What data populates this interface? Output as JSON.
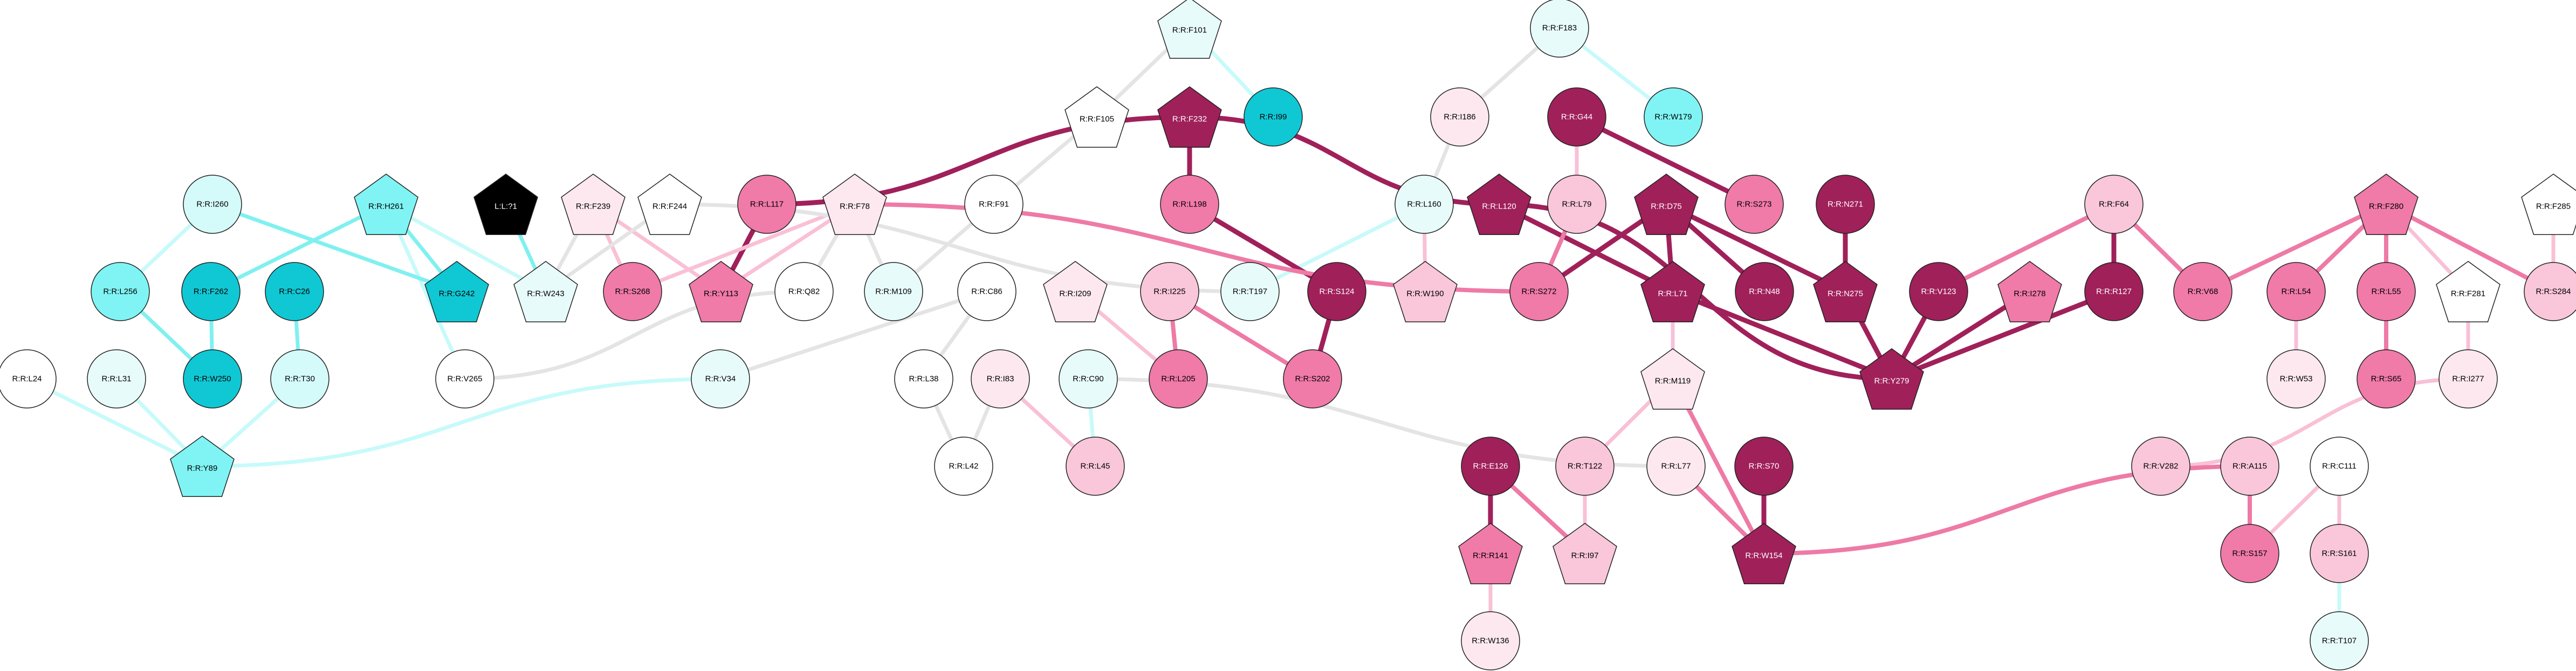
{
  "colors": {
    "maroon": "#a0205a",
    "pink": "#f07aa8",
    "light_pink": "#f9c6da",
    "pale_pink": "#fde8f0",
    "white": "#ffffff",
    "pale_cyan": "#e8fbfb",
    "light_cyan": "#d4fafa",
    "cyan": "#80f4f4",
    "teal": "#10c8d4",
    "black": "#000000",
    "edge_gray": "#e4e4e4",
    "edge_light_cyan": "#c8fafa",
    "edge_cyan": "#80f0f0",
    "edge_light_pink": "#f9c0d6",
    "edge_pink": "#ee7aa6",
    "edge_maroon": "#a0205a"
  },
  "nodes": [
    {
      "id": "F101",
      "label": "R:R:F101",
      "shape": "pentagon",
      "color": "pale_cyan"
    },
    {
      "id": "I99",
      "label": "R:R:I99",
      "shape": "circle",
      "color": "teal"
    },
    {
      "id": "F105",
      "label": "R:R:F105",
      "shape": "pentagon",
      "color": "white"
    },
    {
      "id": "F232",
      "label": "R:R:F232",
      "shape": "pentagon",
      "color": "maroon"
    },
    {
      "id": "F183",
      "label": "R:R:F183",
      "shape": "circle",
      "color": "pale_cyan"
    },
    {
      "id": "W179",
      "label": "R:R:W179",
      "shape": "circle",
      "color": "cyan"
    },
    {
      "id": "I186",
      "label": "R:R:I186",
      "shape": "circle",
      "color": "pale_pink"
    },
    {
      "id": "G44",
      "label": "R:R:G44",
      "shape": "circle",
      "color": "maroon"
    },
    {
      "id": "I260",
      "label": "R:R:I260",
      "shape": "circle",
      "color": "light_cyan"
    },
    {
      "id": "H261",
      "label": "R:R:H261",
      "shape": "pentagon",
      "color": "cyan"
    },
    {
      "id": "L71x",
      "label": "L:L:?1",
      "shape": "pentagon",
      "color": "black"
    },
    {
      "id": "F239",
      "label": "R:R:F239",
      "shape": "pentagon",
      "color": "pale_pink"
    },
    {
      "id": "F244",
      "label": "R:R:F244",
      "shape": "pentagon",
      "color": "white"
    },
    {
      "id": "L117",
      "label": "R:R:L117",
      "shape": "circle",
      "color": "pink"
    },
    {
      "id": "F78",
      "label": "R:R:F78",
      "shape": "pentagon",
      "color": "pale_pink"
    },
    {
      "id": "F91",
      "label": "R:R:F91",
      "shape": "circle",
      "color": "white"
    },
    {
      "id": "L198",
      "label": "R:R:L198",
      "shape": "circle",
      "color": "pink"
    },
    {
      "id": "L160",
      "label": "R:R:L160",
      "shape": "circle",
      "color": "pale_cyan"
    },
    {
      "id": "L120",
      "label": "R:R:L120",
      "shape": "pentagon",
      "color": "maroon"
    },
    {
      "id": "L79",
      "label": "R:R:L79",
      "shape": "circle",
      "color": "light_pink"
    },
    {
      "id": "D75",
      "label": "R:R:D75",
      "shape": "pentagon",
      "color": "maroon"
    },
    {
      "id": "S273",
      "label": "R:R:S273",
      "shape": "circle",
      "color": "pink"
    },
    {
      "id": "N271",
      "label": "R:R:N271",
      "shape": "circle",
      "color": "maroon"
    },
    {
      "id": "F64",
      "label": "R:R:F64",
      "shape": "circle",
      "color": "light_pink"
    },
    {
      "id": "F280",
      "label": "R:R:F280",
      "shape": "pentagon",
      "color": "pink"
    },
    {
      "id": "F285",
      "label": "R:R:F285",
      "shape": "pentagon",
      "color": "white"
    },
    {
      "id": "L256",
      "label": "R:R:L256",
      "shape": "circle",
      "color": "cyan"
    },
    {
      "id": "F262",
      "label": "R:R:F262",
      "shape": "circle",
      "color": "teal"
    },
    {
      "id": "C26",
      "label": "R:R:C26",
      "shape": "circle",
      "color": "teal"
    },
    {
      "id": "G242",
      "label": "R:R:G242",
      "shape": "pentagon",
      "color": "teal"
    },
    {
      "id": "W243",
      "label": "R:R:W243",
      "shape": "pentagon",
      "color": "pale_cyan"
    },
    {
      "id": "S268",
      "label": "R:R:S268",
      "shape": "circle",
      "color": "pink"
    },
    {
      "id": "Y113",
      "label": "R:R:Y113",
      "shape": "pentagon",
      "color": "pink"
    },
    {
      "id": "Q82",
      "label": "R:R:Q82",
      "shape": "circle",
      "color": "white"
    },
    {
      "id": "M109",
      "label": "R:R:M109",
      "shape": "circle",
      "color": "pale_cyan"
    },
    {
      "id": "C86",
      "label": "R:R:C86",
      "shape": "circle",
      "color": "white"
    },
    {
      "id": "I209",
      "label": "R:R:I209",
      "shape": "pentagon",
      "color": "pale_pink"
    },
    {
      "id": "I225",
      "label": "R:R:I225",
      "shape": "circle",
      "color": "light_pink"
    },
    {
      "id": "T197",
      "label": "R:R:T197",
      "shape": "circle",
      "color": "pale_cyan"
    },
    {
      "id": "S124",
      "label": "R:R:S124",
      "shape": "circle",
      "color": "maroon"
    },
    {
      "id": "W190",
      "label": "R:R:W190",
      "shape": "pentagon",
      "color": "light_pink"
    },
    {
      "id": "S272",
      "label": "R:R:S272",
      "shape": "circle",
      "color": "pink"
    },
    {
      "id": "L71",
      "label": "R:R:L71",
      "shape": "pentagon",
      "color": "maroon"
    },
    {
      "id": "N48",
      "label": "R:R:N48",
      "shape": "circle",
      "color": "maroon"
    },
    {
      "id": "N275",
      "label": "R:R:N275",
      "shape": "pentagon",
      "color": "maroon"
    },
    {
      "id": "V123",
      "label": "R:R:V123",
      "shape": "circle",
      "color": "maroon"
    },
    {
      "id": "I278",
      "label": "R:R:I278",
      "shape": "pentagon",
      "color": "pink"
    },
    {
      "id": "R127",
      "label": "R:R:R127",
      "shape": "circle",
      "color": "maroon"
    },
    {
      "id": "V68",
      "label": "R:R:V68",
      "shape": "circle",
      "color": "pink"
    },
    {
      "id": "L54",
      "label": "R:R:L54",
      "shape": "circle",
      "color": "pink"
    },
    {
      "id": "L55",
      "label": "R:R:L55",
      "shape": "circle",
      "color": "pink"
    },
    {
      "id": "F281",
      "label": "R:R:F281",
      "shape": "pentagon",
      "color": "white"
    },
    {
      "id": "S284",
      "label": "R:R:S284",
      "shape": "circle",
      "color": "light_pink"
    },
    {
      "id": "L24",
      "label": "R:R:L24",
      "shape": "circle",
      "color": "white"
    },
    {
      "id": "L31",
      "label": "R:R:L31",
      "shape": "circle",
      "color": "pale_cyan"
    },
    {
      "id": "W250",
      "label": "R:R:W250",
      "shape": "circle",
      "color": "teal"
    },
    {
      "id": "T30",
      "label": "R:R:T30",
      "shape": "circle",
      "color": "light_cyan"
    },
    {
      "id": "V265",
      "label": "R:R:V265",
      "shape": "circle",
      "color": "white"
    },
    {
      "id": "V34",
      "label": "R:R:V34",
      "shape": "circle",
      "color": "pale_cyan"
    },
    {
      "id": "L38",
      "label": "R:R:L38",
      "shape": "circle",
      "color": "white"
    },
    {
      "id": "I83",
      "label": "R:R:I83",
      "shape": "circle",
      "color": "pale_pink"
    },
    {
      "id": "C90",
      "label": "R:R:C90",
      "shape": "circle",
      "color": "pale_cyan"
    },
    {
      "id": "L205",
      "label": "R:R:L205",
      "shape": "circle",
      "color": "pink"
    },
    {
      "id": "S202",
      "label": "R:R:S202",
      "shape": "circle",
      "color": "pink"
    },
    {
      "id": "Y279",
      "label": "R:R:Y279",
      "shape": "pentagon",
      "color": "maroon"
    },
    {
      "id": "W53",
      "label": "R:R:W53",
      "shape": "circle",
      "color": "pale_pink"
    },
    {
      "id": "S65",
      "label": "R:R:S65",
      "shape": "circle",
      "color": "pink"
    },
    {
      "id": "I277",
      "label": "R:R:I277",
      "shape": "circle",
      "color": "pale_pink"
    },
    {
      "id": "Y89",
      "label": "R:R:Y89",
      "shape": "pentagon",
      "color": "cyan"
    },
    {
      "id": "L42",
      "label": "R:R:L42",
      "shape": "circle",
      "color": "white"
    },
    {
      "id": "L45",
      "label": "R:R:L45",
      "shape": "circle",
      "color": "light_pink"
    },
    {
      "id": "M119",
      "label": "R:R:M119",
      "shape": "pentagon",
      "color": "pale_pink"
    },
    {
      "id": "E126",
      "label": "R:R:E126",
      "shape": "circle",
      "color": "maroon"
    },
    {
      "id": "T122",
      "label": "R:R:T122",
      "shape": "circle",
      "color": "light_pink"
    },
    {
      "id": "L77",
      "label": "R:R:L77",
      "shape": "circle",
      "color": "pale_pink"
    },
    {
      "id": "S70",
      "label": "R:R:S70",
      "shape": "circle",
      "color": "maroon"
    },
    {
      "id": "V282",
      "label": "R:R:V282",
      "shape": "circle",
      "color": "light_pink"
    },
    {
      "id": "A115",
      "label": "R:R:A115",
      "shape": "circle",
      "color": "light_pink"
    },
    {
      "id": "C111",
      "label": "R:R:C111",
      "shape": "circle",
      "color": "white"
    },
    {
      "id": "R141",
      "label": "R:R:R141",
      "shape": "pentagon",
      "color": "pink"
    },
    {
      "id": "I97",
      "label": "R:R:I97",
      "shape": "pentagon",
      "color": "light_pink"
    },
    {
      "id": "W154",
      "label": "R:R:W154",
      "shape": "pentagon",
      "color": "maroon"
    },
    {
      "id": "S157",
      "label": "R:R:S157",
      "shape": "circle",
      "color": "pink"
    },
    {
      "id": "S161",
      "label": "R:R:S161",
      "shape": "circle",
      "color": "light_pink"
    },
    {
      "id": "W136",
      "label": "R:R:W136",
      "shape": "circle",
      "color": "pale_pink"
    },
    {
      "id": "T107",
      "label": "R:R:T107",
      "shape": "circle",
      "color": "pale_cyan"
    }
  ],
  "edges": [
    {
      "source": "F101",
      "target": "I99",
      "color": "edge_light_cyan"
    },
    {
      "source": "F101",
      "target": "F105",
      "color": "edge_gray"
    },
    {
      "source": "F105",
      "target": "F91",
      "color": "edge_gray"
    },
    {
      "source": "F91",
      "target": "M109",
      "color": "edge_gray"
    },
    {
      "source": "F183",
      "target": "W179",
      "color": "edge_light_cyan"
    },
    {
      "source": "F183",
      "target": "I186",
      "color": "edge_gray"
    },
    {
      "source": "I186",
      "target": "L160",
      "color": "edge_gray"
    },
    {
      "source": "L160",
      "target": "W190",
      "color": "edge_light_pink"
    },
    {
      "source": "L160",
      "target": "T197",
      "color": "edge_light_cyan"
    },
    {
      "source": "F232",
      "target": "L117",
      "color": "edge_maroon"
    },
    {
      "source": "F232",
      "target": "L198",
      "color": "edge_maroon"
    },
    {
      "source": "F232",
      "target": "L120",
      "color": "edge_maroon"
    },
    {
      "source": "L117",
      "target": "Y113",
      "color": "edge_maroon"
    },
    {
      "source": "L198",
      "target": "S124",
      "color": "edge_maroon"
    },
    {
      "source": "S124",
      "target": "S202",
      "color": "edge_maroon"
    },
    {
      "source": "L120",
      "target": "L71",
      "color": "edge_maroon"
    },
    {
      "source": "L120",
      "target": "Y279",
      "color": "edge_maroon"
    },
    {
      "source": "G44",
      "target": "L79",
      "color": "edge_light_pink"
    },
    {
      "source": "G44",
      "target": "S273",
      "color": "edge_maroon"
    },
    {
      "source": "L79",
      "target": "S272",
      "color": "edge_pink"
    },
    {
      "source": "D75",
      "target": "S272",
      "color": "edge_maroon"
    },
    {
      "source": "D75",
      "target": "L71",
      "color": "edge_maroon"
    },
    {
      "source": "D75",
      "target": "N48",
      "color": "edge_maroon"
    },
    {
      "source": "D75",
      "target": "N275",
      "color": "edge_maroon"
    },
    {
      "source": "N271",
      "target": "N275",
      "color": "edge_maroon"
    },
    {
      "source": "L71",
      "target": "Y279",
      "color": "edge_maroon"
    },
    {
      "source": "L71",
      "target": "M119",
      "color": "edge_light_pink"
    },
    {
      "source": "N275",
      "target": "Y279",
      "color": "edge_maroon"
    },
    {
      "source": "F64",
      "target": "V123",
      "color": "edge_pink"
    },
    {
      "source": "F64",
      "target": "R127",
      "color": "edge_maroon"
    },
    {
      "source": "F64",
      "target": "V68",
      "color": "edge_pink"
    },
    {
      "source": "V123",
      "target": "Y279",
      "color": "edge_maroon"
    },
    {
      "source": "I278",
      "target": "Y279",
      "color": "edge_maroon"
    },
    {
      "source": "R127",
      "target": "Y279",
      "color": "edge_maroon"
    },
    {
      "source": "F280",
      "target": "V68",
      "color": "edge_pink"
    },
    {
      "source": "F280",
      "target": "L54",
      "color": "edge_pink"
    },
    {
      "source": "F280",
      "target": "L55",
      "color": "edge_pink"
    },
    {
      "source": "F280",
      "target": "F281",
      "color": "edge_light_pink"
    },
    {
      "source": "F280",
      "target": "S284",
      "color": "edge_pink"
    },
    {
      "source": "F285",
      "target": "S284",
      "color": "edge_light_pink"
    },
    {
      "source": "L54",
      "target": "W53",
      "color": "edge_light_pink"
    },
    {
      "source": "L55",
      "target": "S65",
      "color": "edge_pink"
    },
    {
      "source": "F281",
      "target": "I277",
      "color": "edge_light_pink"
    },
    {
      "source": "I277",
      "target": "V282",
      "color": "edge_light_pink"
    },
    {
      "source": "F78",
      "target": "S272",
      "color": "edge_pink"
    },
    {
      "source": "F78",
      "target": "Y113",
      "color": "edge_light_pink"
    },
    {
      "source": "F78",
      "target": "M109",
      "color": "edge_gray"
    },
    {
      "source": "F78",
      "target": "Q82",
      "color": "edge_gray"
    },
    {
      "source": "F78",
      "target": "S268",
      "color": "edge_light_pink"
    },
    {
      "source": "F239",
      "target": "Y113",
      "color": "edge_light_pink"
    },
    {
      "source": "F239",
      "target": "S268",
      "color": "edge_light_pink"
    },
    {
      "source": "F239",
      "target": "W243",
      "color": "edge_gray"
    },
    {
      "source": "F244",
      "target": "W243",
      "color": "edge_gray"
    },
    {
      "source": "F244",
      "target": "T197",
      "color": "edge_gray"
    },
    {
      "source": "L71x",
      "target": "W243",
      "color": "edge_cyan"
    },
    {
      "source": "H261",
      "target": "G242",
      "color": "edge_cyan"
    },
    {
      "source": "H261",
      "target": "F262",
      "color": "edge_cyan"
    },
    {
      "source": "H261",
      "target": "W243",
      "color": "edge_light_cyan"
    },
    {
      "source": "H261",
      "target": "V265",
      "color": "edge_light_cyan"
    },
    {
      "source": "I260",
      "target": "G242",
      "color": "edge_cyan"
    },
    {
      "source": "I260",
      "target": "L256",
      "color": "edge_light_cyan"
    },
    {
      "source": "L256",
      "target": "W250",
      "color": "edge_cyan"
    },
    {
      "source": "F262",
      "target": "W250",
      "color": "edge_cyan"
    },
    {
      "source": "C26",
      "target": "T30",
      "color": "edge_cyan"
    },
    {
      "source": "T30",
      "target": "Y89",
      "color": "edge_light_cyan"
    },
    {
      "source": "L31",
      "target": "Y89",
      "color": "edge_light_cyan"
    },
    {
      "source": "L24",
      "target": "Y89",
      "color": "edge_light_cyan"
    },
    {
      "source": "V34",
      "target": "Y89",
      "color": "edge_light_cyan"
    },
    {
      "source": "Q82",
      "target": "V265",
      "color": "edge_gray"
    },
    {
      "source": "C86",
      "target": "L38",
      "color": "edge_gray"
    },
    {
      "source": "C86",
      "target": "V34",
      "color": "edge_gray"
    },
    {
      "source": "L38",
      "target": "L42",
      "color": "edge_gray"
    },
    {
      "source": "I83",
      "target": "L42",
      "color": "edge_gray"
    },
    {
      "source": "I83",
      "target": "L45",
      "color": "edge_light_pink"
    },
    {
      "source": "C90",
      "target": "L45",
      "color": "edge_light_cyan"
    },
    {
      "source": "C90",
      "target": "L77",
      "color": "edge_gray"
    },
    {
      "source": "I209",
      "target": "L205",
      "color": "edge_light_pink"
    },
    {
      "source": "I225",
      "target": "L205",
      "color": "edge_pink"
    },
    {
      "source": "I225",
      "target": "S202",
      "color": "edge_pink"
    },
    {
      "source": "M119",
      "target": "T122",
      "color": "edge_light_pink"
    },
    {
      "source": "M119",
      "target": "W154",
      "color": "edge_pink"
    },
    {
      "source": "S70",
      "target": "W154",
      "color": "edge_maroon"
    },
    {
      "source": "L77",
      "target": "W154",
      "color": "edge_pink"
    },
    {
      "source": "E126",
      "target": "R141",
      "color": "edge_maroon"
    },
    {
      "source": "E126",
      "target": "I97",
      "color": "edge_pink"
    },
    {
      "source": "T122",
      "target": "I97",
      "color": "edge_light_pink"
    },
    {
      "source": "R141",
      "target": "W136",
      "color": "edge_light_pink"
    },
    {
      "source": "A115",
      "target": "W154",
      "color": "edge_pink"
    },
    {
      "source": "A115",
      "target": "S157",
      "color": "edge_pink"
    },
    {
      "source": "C111",
      "target": "S157",
      "color": "edge_light_pink"
    },
    {
      "source": "C111",
      "target": "S161",
      "color": "edge_light_pink"
    },
    {
      "source": "S161",
      "target": "T107",
      "color": "edge_light_cyan"
    }
  ]
}
